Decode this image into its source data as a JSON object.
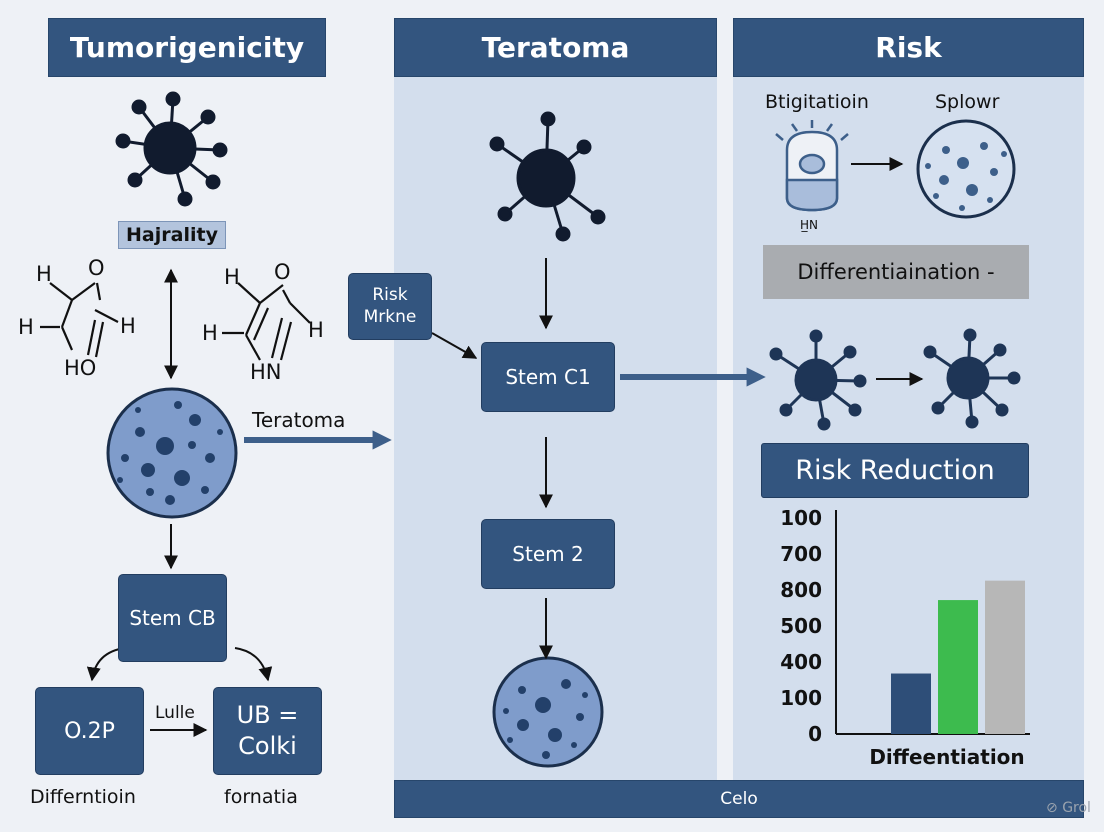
{
  "headers": {
    "left": "Tumorigenicity",
    "middle": "Teratoma",
    "right": "Risk"
  },
  "left": {
    "label_box": "Hajrality",
    "mol_a": {
      "h1": "H",
      "o1": "O",
      "h2": "H",
      "h3": "H",
      "o2": "HO"
    },
    "mol_b": {
      "h1": "H",
      "o1": "O",
      "h2": "H",
      "h3": "H",
      "n1": "HN"
    },
    "teratoma_arrow_label": "Teratoma",
    "stem_box": "Stem CB",
    "left_box": "O.2P",
    "right_box_line1": "UB =",
    "right_box_line2": "Colki",
    "small_arrow_label": "Lulle",
    "left_caption": "Differntioin",
    "right_caption": "fornatia"
  },
  "middle": {
    "risk_marker_line1": "Risk",
    "risk_marker_line2": "Mrkne",
    "stem1": "Stem C1",
    "stem2": "Stem 2"
  },
  "right": {
    "title_a": "Btigitatioin",
    "title_b": "Splowr",
    "device_label": "H̲N",
    "diff_bar": "Differentiaination -",
    "risk_reduction": "Risk Reduction"
  },
  "footer": "Celo",
  "watermark": "Grol",
  "chart_data": {
    "type": "bar",
    "xlabel": "Diffeentiation",
    "ylabel": "",
    "y_tick_labels": [
      "100",
      "700",
      "800",
      "500",
      "400",
      "100",
      "0"
    ],
    "series": [
      {
        "values": [
          0.28
        ],
        "color": "#2e4e78"
      },
      {
        "values": [
          0.62
        ],
        "color": "#3dbb4e"
      },
      {
        "values": [
          0.71
        ],
        "color": "#b7b7b7"
      }
    ],
    "ylim": [
      0,
      1
    ]
  }
}
